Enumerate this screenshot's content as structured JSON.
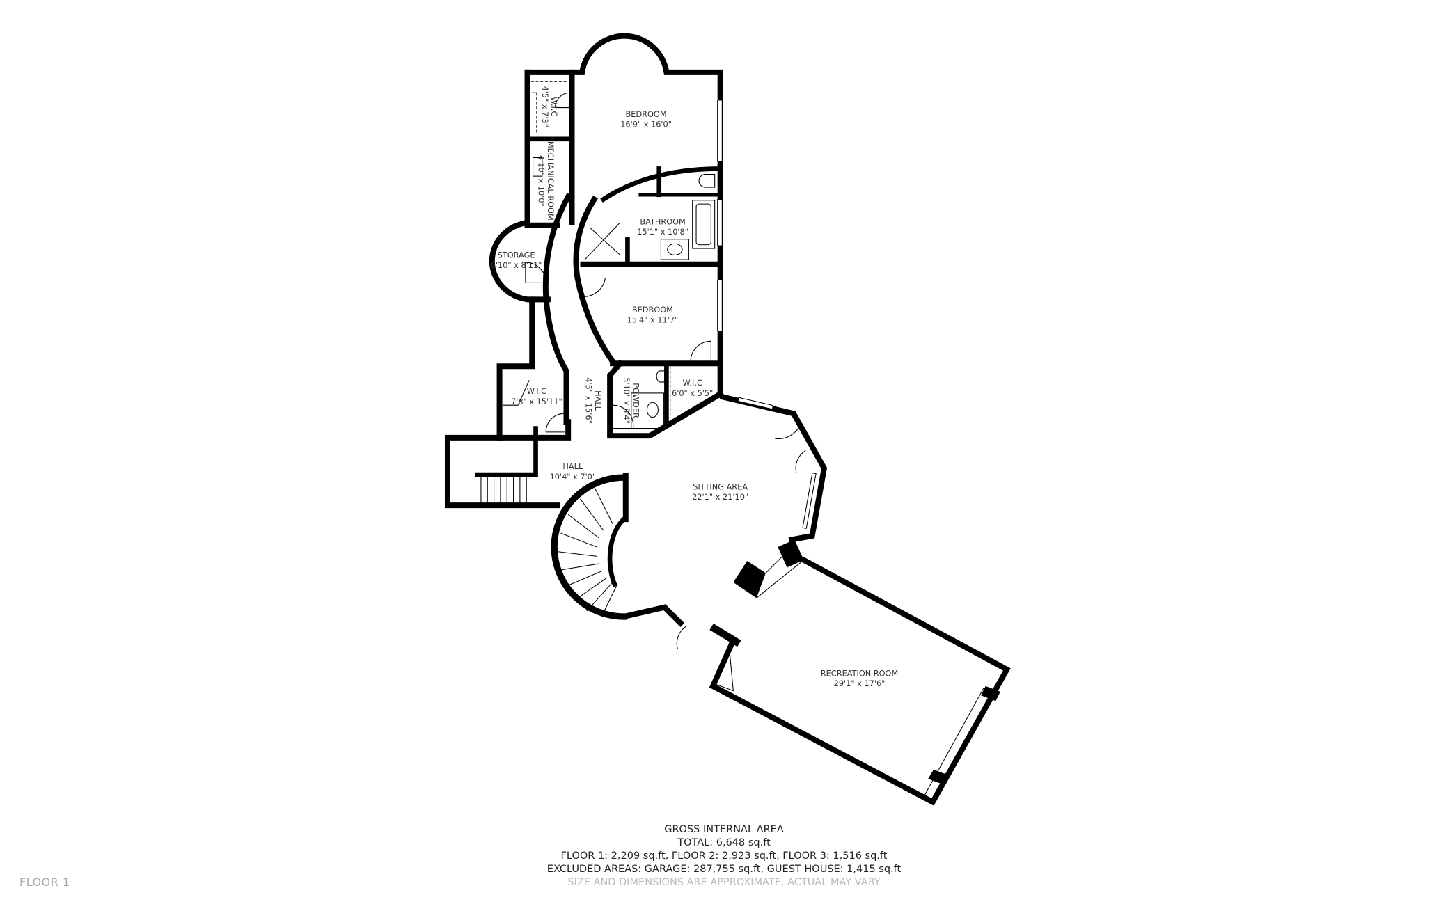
{
  "floor_label": "FLOOR 1",
  "rooms": [
    {
      "id": "bedroom1",
      "name": "BEDROOM",
      "dims": "16'9\" x 16'0\""
    },
    {
      "id": "wic_top",
      "name": "W.I.C",
      "dims": "4'5\" x 7'3\""
    },
    {
      "id": "mechanical",
      "name": "MECHANICAL ROOM",
      "dims": "4'10\" x 10'0\""
    },
    {
      "id": "bathroom",
      "name": "BATHROOM",
      "dims": "15'1\" x 10'8\""
    },
    {
      "id": "storage",
      "name": "STORAGE",
      "dims": "6'10\" x 8'11\""
    },
    {
      "id": "bedroom2",
      "name": "BEDROOM",
      "dims": "15'4\" x 11'7\""
    },
    {
      "id": "wic_left",
      "name": "W.I.C",
      "dims": "7'8\" x 15'11\""
    },
    {
      "id": "hall_vertical",
      "name": "HALL",
      "dims": "4'5\" x 15'6\""
    },
    {
      "id": "powder",
      "name": "POWDER",
      "dims": "5'10\" x 8'4\""
    },
    {
      "id": "wic_right",
      "name": "W.I.C",
      "dims": "6'0\" x 5'5\""
    },
    {
      "id": "hall",
      "name": "HALL",
      "dims": "10'4\" x 7'0\""
    },
    {
      "id": "sitting",
      "name": "SITTING AREA",
      "dims": "22'1\" x 21'10\""
    },
    {
      "id": "recreation",
      "name": "RECREATION ROOM",
      "dims": "29'1\" x 17'6\""
    }
  ],
  "summary": {
    "title": "GROSS INTERNAL AREA",
    "total": "TOTAL: 6,648 sq.ft",
    "floors": "FLOOR 1: 2,209 sq.ft, FLOOR 2: 2,923 sq.ft, FLOOR 3: 1,516 sq.ft",
    "excluded": "EXCLUDED AREAS: GARAGE: 287,755 sq.ft, GUEST HOUSE: 1,415 sq.ft",
    "disclaimer": "SIZE AND DIMENSIONS ARE APPROXIMATE, ACTUAL MAY VARY"
  },
  "colors": {
    "wall": "#000000",
    "text": "#333333",
    "muted": "#bcbcbc",
    "background": "#ffffff"
  }
}
